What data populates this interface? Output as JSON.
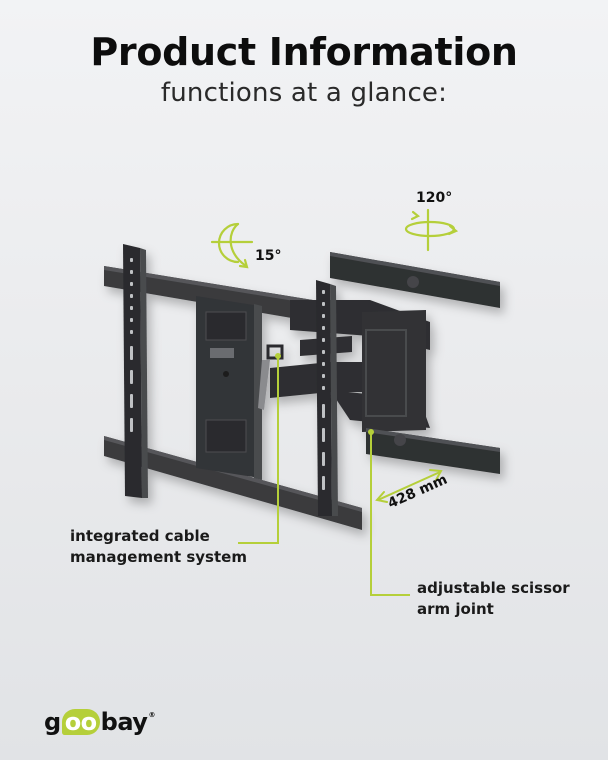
{
  "header": {
    "title": "Product Information",
    "subtitle": "functions at a glance:"
  },
  "annotations": {
    "tilt": {
      "value": "15°",
      "icon": "tilt-arrow-icon"
    },
    "swivel": {
      "value": "120°",
      "icon": "swivel-arrow-icon"
    },
    "extension": {
      "value": "428 mm",
      "icon": "double-arrow-icon"
    },
    "callouts": [
      {
        "line1": "integrated cable",
        "line2": "management system"
      },
      {
        "line1": "adjustable scissor",
        "line2": "arm joint"
      }
    ]
  },
  "brand": {
    "prefix": "g",
    "highlight": "oo",
    "suffix": "bay",
    "registered": "®",
    "accent_color": "#b5cf3a"
  },
  "colors": {
    "accent": "#b5cf3a",
    "mount_dark": "#2b2c2e",
    "mount_mid": "#3d3e41",
    "background": "#eceef0"
  }
}
